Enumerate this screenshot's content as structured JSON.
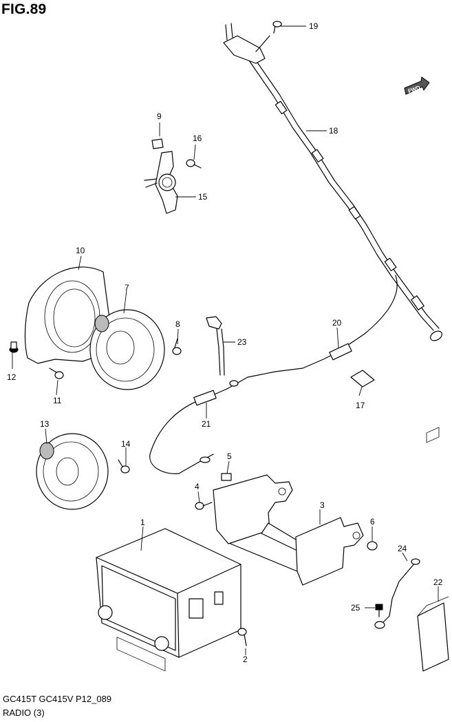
{
  "figure": {
    "title": "FIG.89"
  },
  "footer": {
    "model": "GC415T GC415V P12_089",
    "title": "RADIO (3)"
  },
  "fwd_badge": {
    "label": "FWD"
  },
  "callouts": [
    {
      "id": "c1",
      "label": "1"
    },
    {
      "id": "c2",
      "label": "2"
    },
    {
      "id": "c3",
      "label": "3"
    },
    {
      "id": "c4",
      "label": "4"
    },
    {
      "id": "c5",
      "label": "5"
    },
    {
      "id": "c6",
      "label": "6"
    },
    {
      "id": "c7",
      "label": "7"
    },
    {
      "id": "c8",
      "label": "8"
    },
    {
      "id": "c9",
      "label": "9"
    },
    {
      "id": "c10",
      "label": "10"
    },
    {
      "id": "c11",
      "label": "11"
    },
    {
      "id": "c12",
      "label": "12"
    },
    {
      "id": "c13",
      "label": "13"
    },
    {
      "id": "c14",
      "label": "14"
    },
    {
      "id": "c15",
      "label": "15"
    },
    {
      "id": "c16",
      "label": "16"
    },
    {
      "id": "c17",
      "label": "17"
    },
    {
      "id": "c18",
      "label": "18"
    },
    {
      "id": "c19",
      "label": "19"
    },
    {
      "id": "c20",
      "label": "20"
    },
    {
      "id": "c21",
      "label": "21"
    },
    {
      "id": "c22",
      "label": "22"
    },
    {
      "id": "c23",
      "label": "23"
    },
    {
      "id": "c24",
      "label": "24"
    },
    {
      "id": "c25",
      "label": "25"
    }
  ]
}
